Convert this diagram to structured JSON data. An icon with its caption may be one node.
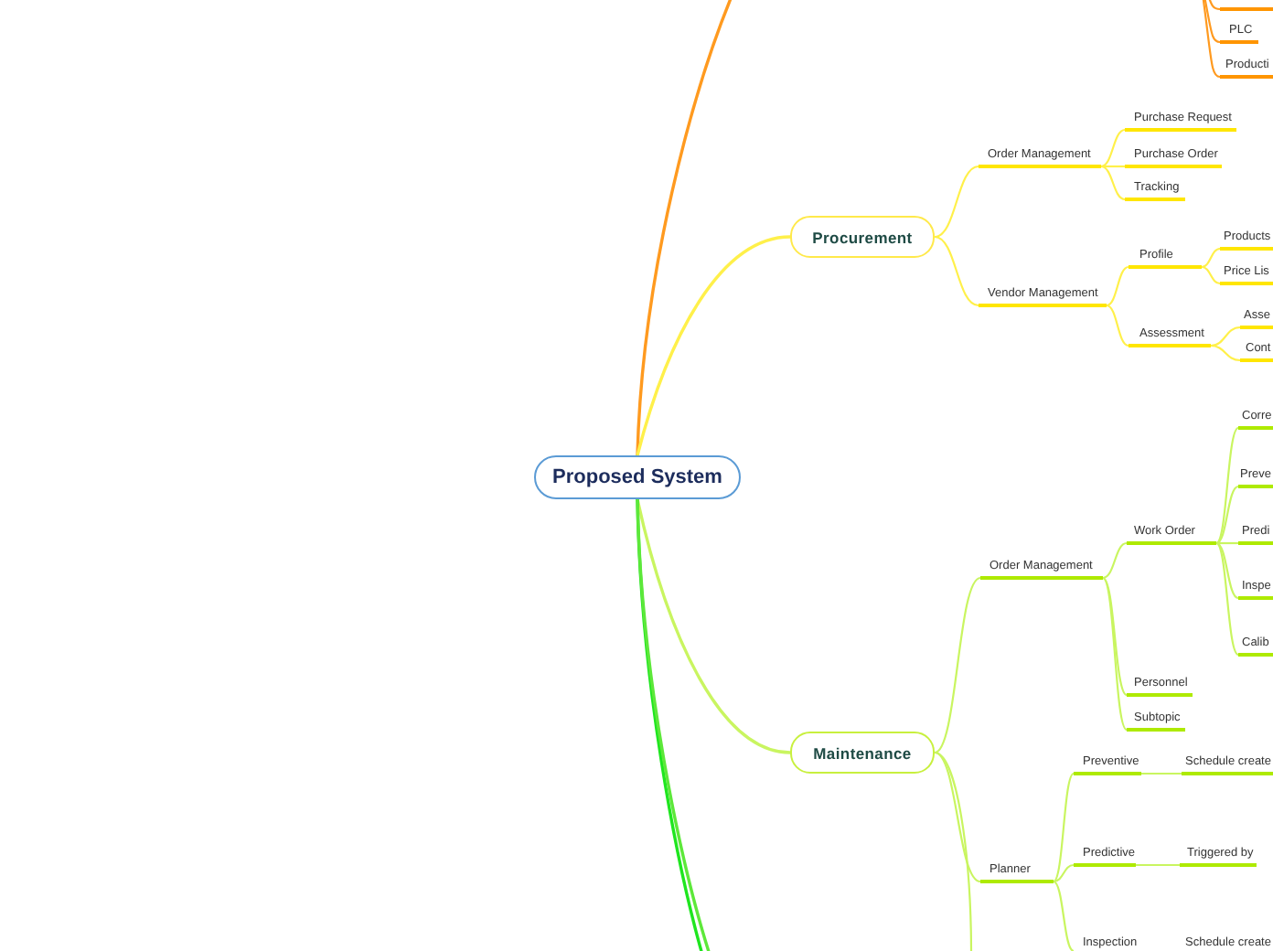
{
  "diagram": {
    "nodes": [
      {
        "text": [
          "Proposed System"
        ]
      },
      {
        "text": [],
        "shape": "bar"
      },
      {
        "text": [
          "PLC"
        ]
      },
      {
        "text": [
          "Producti"
        ]
      },
      {
        "text": [
          "Procurement"
        ]
      },
      {
        "text": [
          "Order Management"
        ]
      },
      {
        "text": [
          "Purchase Request"
        ]
      },
      {
        "text": [
          "Purchase Order"
        ]
      },
      {
        "text": [
          "Tracking"
        ]
      },
      {
        "text": [
          "Vendor Management"
        ]
      },
      {
        "text": [
          "Profile"
        ]
      },
      {
        "text": [
          "Products"
        ]
      },
      {
        "text": [
          "Price Lis"
        ]
      },
      {
        "text": [
          "Assessment"
        ]
      },
      {
        "text": [
          "Asse"
        ]
      },
      {
        "text": [
          "Cont"
        ]
      },
      {
        "text": [
          "Maintenance"
        ]
      },
      {
        "text": [
          "Order Management"
        ]
      },
      {
        "text": [
          "Work Order"
        ]
      },
      {
        "text": [
          "Corre"
        ]
      },
      {
        "text": [
          "Preve"
        ]
      },
      {
        "text": [
          "Predi"
        ]
      },
      {
        "text": [
          "Inspe"
        ]
      },
      {
        "text": [
          "Calib"
        ]
      },
      {
        "text": [
          "Personnel"
        ]
      },
      {
        "text": [
          "Subtopic"
        ]
      },
      {
        "text": [
          "Planner"
        ]
      },
      {
        "text": [
          "Preventive"
        ]
      },
      {
        "text": [
          "Schedule create"
        ]
      },
      {
        "text": [
          "Predictive"
        ]
      },
      {
        "text": [
          "Triggered by"
        ]
      },
      {
        "text": [
          "Inspection"
        ]
      },
      {
        "text": [
          "Schedule create"
        ]
      }
    ],
    "edges": [
      {
        "from": 0,
        "to": null,
        "arrow": "none",
        "color": "#ff9a1f"
      },
      {
        "from": null,
        "to": 1,
        "arrow": "none",
        "color": "#ff9a1f"
      },
      {
        "from": null,
        "to": 2,
        "arrow": "none",
        "color": "#ff9a1f"
      },
      {
        "from": null,
        "to": 3,
        "arrow": "none",
        "color": "#ff9a1f"
      },
      {
        "from": 0,
        "to": 4,
        "arrow": "none",
        "color": "#fff04a"
      },
      {
        "from": 4,
        "to": 5,
        "arrow": "none",
        "color": "#fff04a"
      },
      {
        "from": 4,
        "to": 9,
        "arrow": "none",
        "color": "#fff04a"
      },
      {
        "from": 5,
        "to": 6,
        "arrow": "none",
        "color": "#fff04a"
      },
      {
        "from": 5,
        "to": 7,
        "arrow": "none",
        "color": "#fff04a"
      },
      {
        "from": 5,
        "to": 8,
        "arrow": "none",
        "color": "#fff04a"
      },
      {
        "from": 9,
        "to": 10,
        "arrow": "none",
        "color": "#fff04a"
      },
      {
        "from": 9,
        "to": 13,
        "arrow": "none",
        "color": "#fff04a"
      },
      {
        "from": 10,
        "to": 11,
        "arrow": "none",
        "color": "#fff04a"
      },
      {
        "from": 10,
        "to": 12,
        "arrow": "none",
        "color": "#fff04a"
      },
      {
        "from": 13,
        "to": 14,
        "arrow": "none",
        "color": "#fff04a"
      },
      {
        "from": 13,
        "to": 15,
        "arrow": "none",
        "color": "#fff04a"
      },
      {
        "from": 0,
        "to": 16,
        "arrow": "none"
      },
      {
        "from": 16,
        "to": 17,
        "arrow": "none"
      },
      {
        "from": 16,
        "to": 26,
        "arrow": "none"
      },
      {
        "from": 16,
        "to": null,
        "arrow": "none"
      },
      {
        "from": 17,
        "to": 18,
        "arrow": "none"
      },
      {
        "from": 17,
        "to": 24,
        "arrow": "none"
      },
      {
        "from": 17,
        "to": 25,
        "arrow": "none"
      },
      {
        "from": 18,
        "to": 19,
        "arrow": "none"
      },
      {
        "from": 18,
        "to": 20,
        "arrow": "none"
      },
      {
        "from": 18,
        "to": 21,
        "arrow": "none"
      },
      {
        "from": 18,
        "to": 22,
        "arrow": "none"
      },
      {
        "from": 18,
        "to": 23,
        "arrow": "none"
      },
      {
        "from": 26,
        "to": 27,
        "arrow": "none"
      },
      {
        "from": 26,
        "to": 29,
        "arrow": "none"
      },
      {
        "from": 26,
        "to": 31,
        "arrow": "none"
      },
      {
        "from": 27,
        "to": 28,
        "arrow": "none"
      },
      {
        "from": 29,
        "to": 30,
        "arrow": "none"
      },
      {
        "from": 0,
        "to": null,
        "arrow": "none",
        "color": "#1fe61f"
      },
      {
        "from": 0,
        "to": null,
        "arrow": "none",
        "color": "#5de83a"
      }
    ]
  }
}
